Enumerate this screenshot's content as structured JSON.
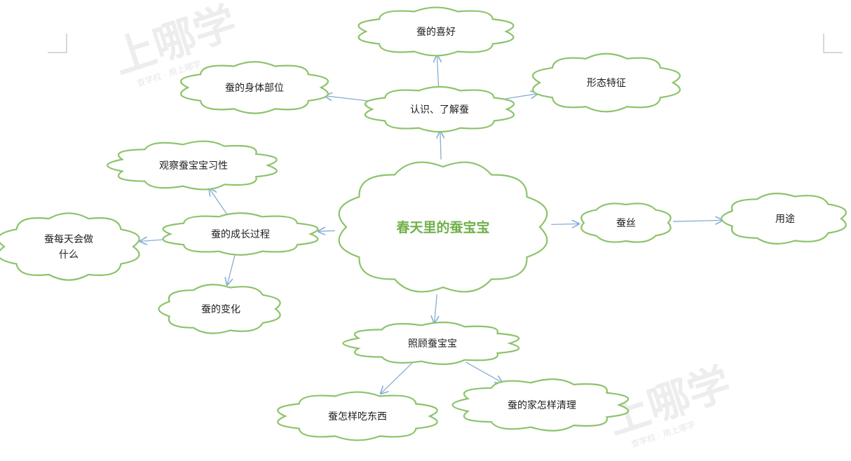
{
  "watermark": {
    "brand": "上哪学",
    "tagline": "查学校 · 用上哪学"
  },
  "center": {
    "id": "center",
    "label": "春天里的蚕宝宝"
  },
  "nodes": [
    {
      "id": "know",
      "label": "认识、了解蚕"
    },
    {
      "id": "like",
      "label": "蚕的喜好"
    },
    {
      "id": "body",
      "label": "蚕的身体部位"
    },
    {
      "id": "shape",
      "label": "形态特征"
    },
    {
      "id": "habit",
      "label": "观察蚕宝宝习性"
    },
    {
      "id": "grow",
      "label": "蚕的成长过程"
    },
    {
      "id": "daily",
      "label": "蚕每天会做什么"
    },
    {
      "id": "change",
      "label": "蚕的变化"
    },
    {
      "id": "silk",
      "label": "蚕丝"
    },
    {
      "id": "use",
      "label": "用途"
    },
    {
      "id": "care",
      "label": "照顾蚕宝宝"
    },
    {
      "id": "eat",
      "label": "蚕怎样吃东西"
    },
    {
      "id": "clean",
      "label": "蚕的家怎样清理"
    }
  ],
  "edges": [
    {
      "from": "center",
      "to": "know"
    },
    {
      "from": "know",
      "to": "like"
    },
    {
      "from": "know",
      "to": "body"
    },
    {
      "from": "know",
      "to": "shape"
    },
    {
      "from": "center",
      "to": "grow"
    },
    {
      "from": "grow",
      "to": "habit"
    },
    {
      "from": "grow",
      "to": "daily"
    },
    {
      "from": "grow",
      "to": "change"
    },
    {
      "from": "center",
      "to": "silk"
    },
    {
      "from": "silk",
      "to": "use"
    },
    {
      "from": "center",
      "to": "care"
    },
    {
      "from": "care",
      "to": "eat"
    },
    {
      "from": "care",
      "to": "clean"
    }
  ],
  "colors": {
    "cloud_stroke": "#8cc36b",
    "edge": "#84aed6",
    "center_text": "#6fb04a"
  }
}
